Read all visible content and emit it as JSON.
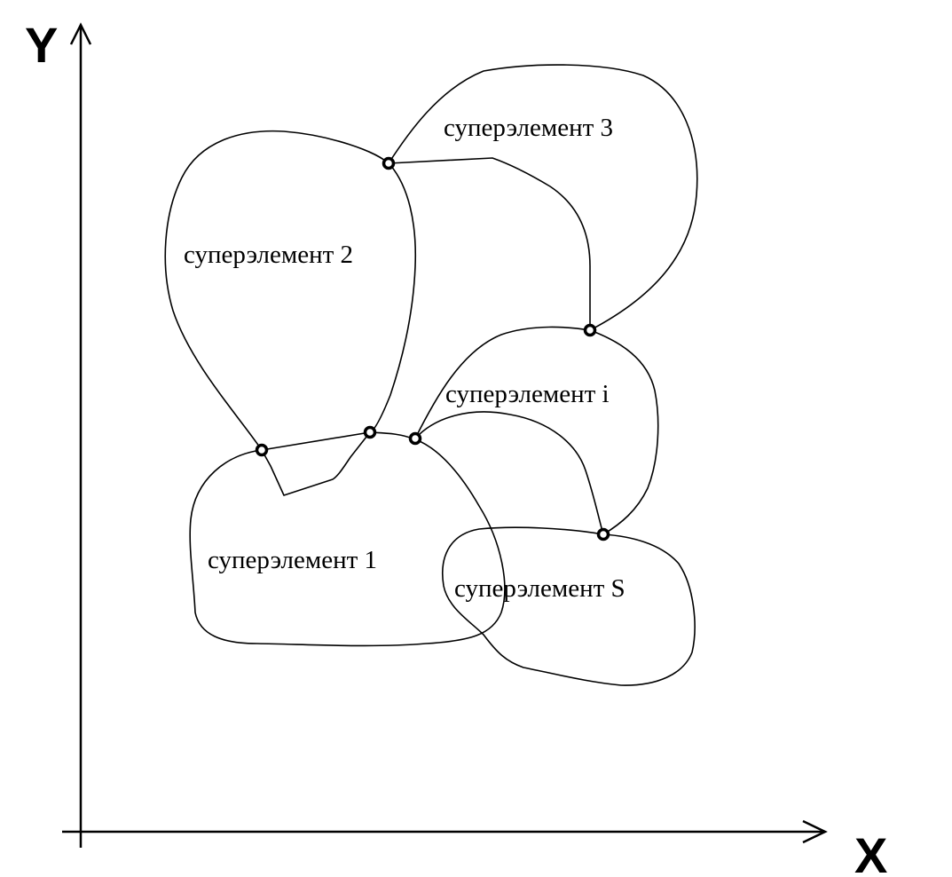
{
  "axes": {
    "x_label": "X",
    "y_label": "Y"
  },
  "superelements": [
    {
      "id": "1",
      "label": "суперэлемент 1"
    },
    {
      "id": "2",
      "label": "суперэлемент 2"
    },
    {
      "id": "3",
      "label": "суперэлемент 3"
    },
    {
      "id": "i",
      "label": "суперэлемент i"
    },
    {
      "id": "S",
      "label": "суперэлемент S"
    }
  ]
}
